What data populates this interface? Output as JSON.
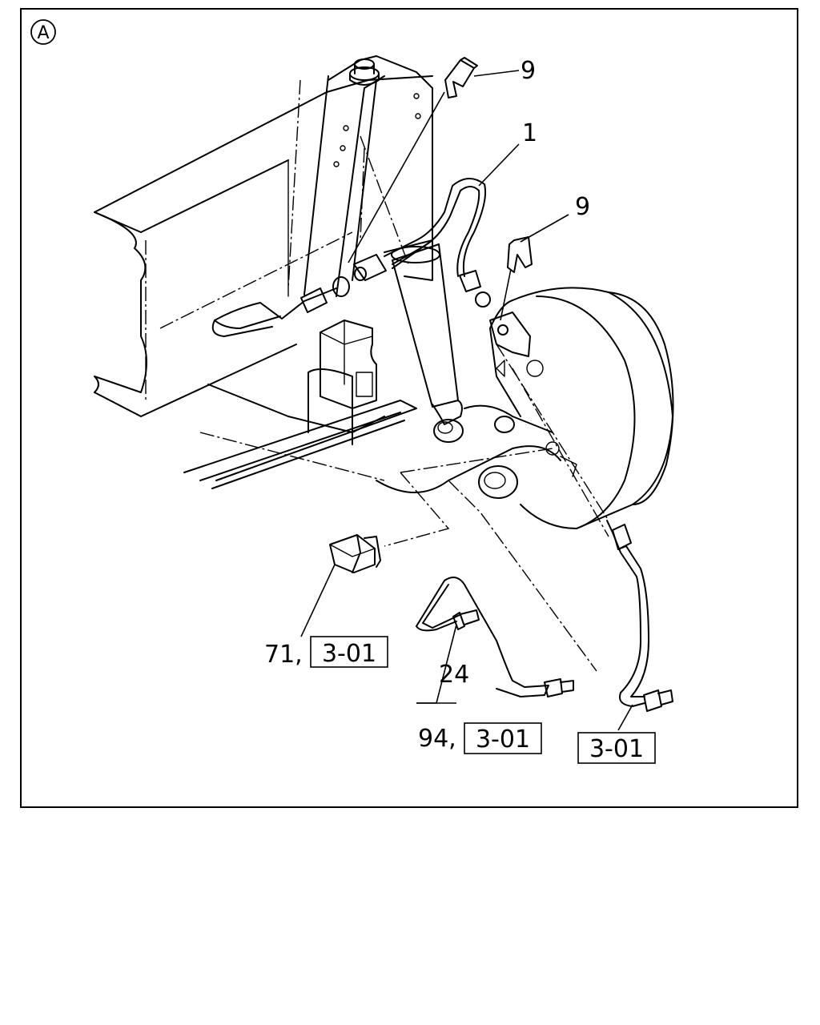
{
  "view": {
    "section_marker": "A"
  },
  "callouts": {
    "clip_upper": "9",
    "brake_hose": "1",
    "clip_right": "9",
    "grommet_num": "71,",
    "grommet_ref": "3-01",
    "connector": "24",
    "pipe_num": "94,",
    "pipe_ref": "3-01",
    "right_pipe_ref": "3-01"
  }
}
